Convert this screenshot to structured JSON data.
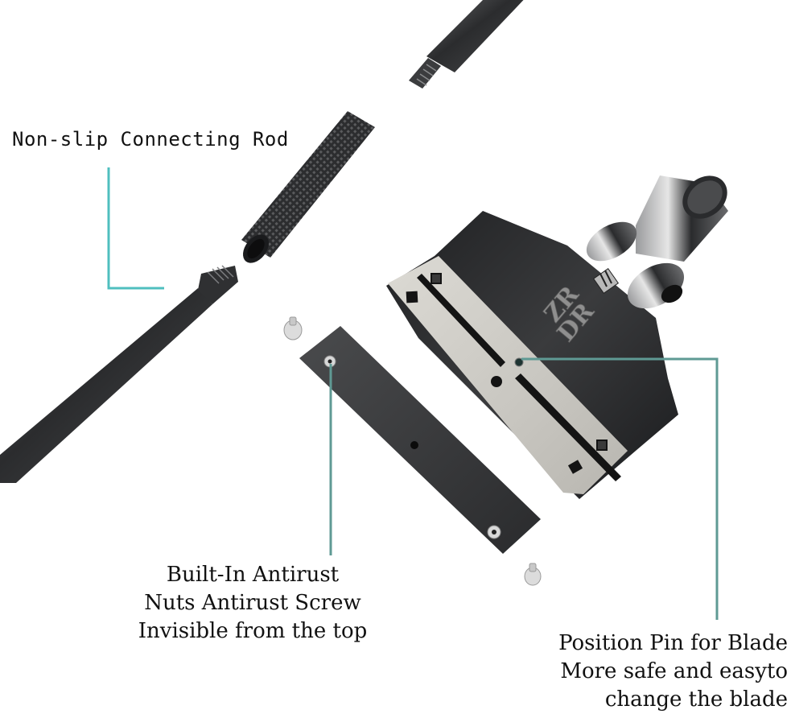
{
  "labels": {
    "connecting_rod": "Non-slip Connecting Rod",
    "antirust": {
      "line1": "Built-In Antirust",
      "line2": "Nuts Antirust Screw",
      "line3": "Invisible from the top"
    },
    "position_pin": {
      "line1": "Position Pin for Blade",
      "line2": "More safe and easyto",
      "line3": "change the blade"
    }
  },
  "brand_mark": {
    "line1": "ZR",
    "line2": "DR"
  },
  "colors": {
    "callout_rod": "#4fbfbf",
    "callout_other": "#5f9a94",
    "metal_dark": "#2a2b2d",
    "plate_light": "#cfcdc7",
    "background": "#ffffff"
  },
  "parts": [
    "upper-threaded-rod",
    "knurled-connector",
    "lower-threaded-rod",
    "blade-holder-head",
    "backing-plate",
    "screw",
    "screw"
  ]
}
